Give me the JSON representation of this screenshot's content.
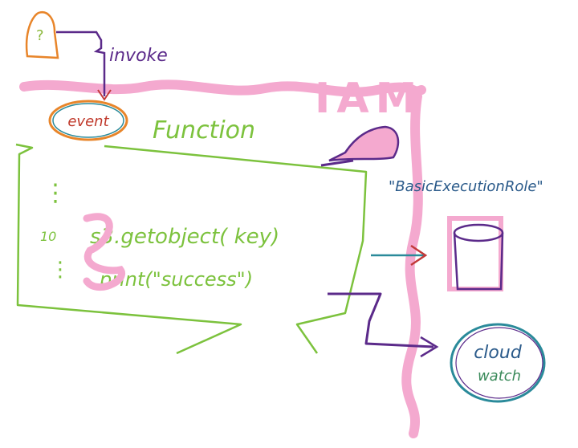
{
  "labels": {
    "invoke": "invoke",
    "event": "event",
    "function": "Function",
    "iam": "IAM",
    "role": "\"BasicExecutionRole\"",
    "cloudwatch_line1": "cloud",
    "cloudwatch_line2": "watch"
  },
  "code": {
    "dots_top": "⋮",
    "line_number": "10",
    "line10": "s3.getobject( key)",
    "dots_bottom": "⋮",
    "line11": "print(\"success\")"
  },
  "icons": {
    "user": "user-with-question-icon",
    "role": "cap-icon",
    "bucket": "s3-bucket-icon",
    "cloudwatch": "cloudwatch-circle-icon"
  },
  "colors": {
    "pink": "#f4a9cf",
    "green": "#7cc23d",
    "purple": "#5b2a8a",
    "teal": "#2a8a9a"
  }
}
